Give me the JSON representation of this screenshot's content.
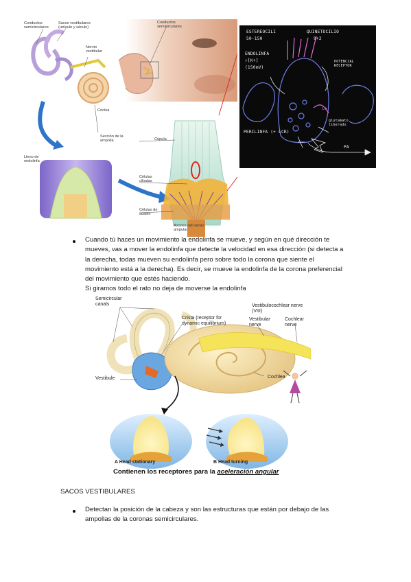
{
  "figure1": {
    "labels": {
      "conductos_top": "Conductos semicirculares",
      "sacos": "Sacos vestibulares (utrículo y sáculo)",
      "nervio": "Nervio vestibular",
      "coclea": "Cóclea",
      "conductos_right": "Conductos semicirculares",
      "seccion": "Sección de la ampolla",
      "lleno": "Lleno de endolinfa",
      "cupula": "Cúpula",
      "celulas_ciliadas": "Células ciliadas",
      "celulas_sosten": "Células de sostén",
      "axones": "Axones del nervio ampular"
    }
  },
  "blackboard": {
    "estereocili": "ESTEREOCILI",
    "quinetocilio": "QUINETOCILIO",
    "num_50_150": "50-150",
    "num_9_2": "9+2",
    "endolinfa": "ENDOLINFA",
    "k_plus": "↑[K+]",
    "mv_150": "(150mV)",
    "potencial": "POTENCIAL RECEPTOR",
    "perilinfa": "PERILINFA (+ LCR)",
    "ca": "Ca",
    "neuro": "glutamato liberado",
    "pa": "PA"
  },
  "paragraph1": {
    "bullet_text": "Cuando tú haces un movimiento la endolinfa se mueve, y según en qué dirección te mueves, vas a mover la endolinfa que detecte la velocidad en esa dirección (si detecta a la derecha, todas mueven su endolinfa pero sobre todo la corona que siente el movimiento está a la derecha). Es decir, se mueve la endolinfa de la corona preferencial del movimiento que estés haciendo.",
    "line1": "Cuando tú haces un movimiento la endolinfa se mueve, y según en qué dirección te",
    "line2": "mueves, vas a mover la endolinfa que detecte la velocidad en esa dirección (si detecta a",
    "line3": "la derecha, todas mueven su endolinfa pero sobre todo la corona que siente el",
    "line4": "movimiento está a la derecha). Es decir, se mueve la endolinfa de la corona preferencial",
    "line5": "del movimiento que estés haciendo.",
    "line6": "Si giramos todo el rato no deja de moverse la endolinfa"
  },
  "figure2": {
    "semicircular": "Semicircular canals",
    "crista": "Crista (receptor for dynamic equilibrium)",
    "vestibulocochlear": "Vestibulocochlear nerve (VIII)",
    "vestibular_nerve": "Vestibular nerve",
    "cochlear_nerve": "Cochlear nerve",
    "vestibule": "Vestibule",
    "cochlea": "Cochlea",
    "head_stationary": "A Head stationary",
    "head_turning": "B Head turning",
    "caption_prefix": "Contienen los receptores para la",
    "caption_emph": "aceleración angular"
  },
  "section": {
    "heading": "SACOS VESTIBULARES",
    "line1": "Detectan la posición de la cabeza y son las estructuras que están por debajo de las",
    "line2": "ampollas de la coronas semicirculares."
  },
  "colors": {
    "text": "#1a1a1a",
    "blackboard": "#0a0a0a",
    "chalk_blue": "#6d7fe8",
    "chalk_pink": "#e46ad8",
    "cupula_teal": "#bfe3d8",
    "hair_cells": "#f2b33a"
  }
}
